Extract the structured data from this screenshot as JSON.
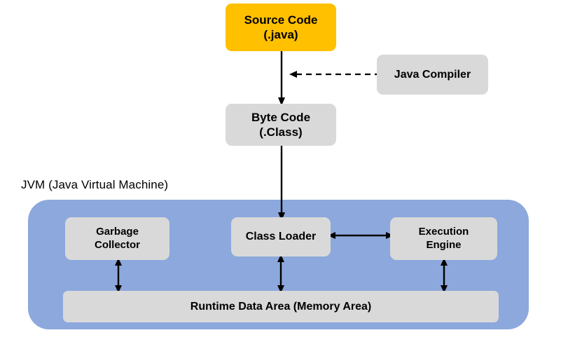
{
  "diagram": {
    "title": "Java Virtual Machine architecture flow",
    "colors": {
      "orange": "#FFC000",
      "gray": "#D9D9D9",
      "jvm_blue": "#8CA8DC",
      "arrow": "#000000",
      "background": "#FFFFFF"
    },
    "nodes": {
      "source_code": "Source Code\n(.java)",
      "java_compiler": "Java Compiler",
      "byte_code": "Byte Code\n(.Class)",
      "jvm_label": "JVM (Java Virtual Machine)",
      "garbage_collector": "Garbage\nCollector",
      "class_loader": "Class Loader",
      "execution_engine": "Execution\nEngine",
      "runtime_data_area": "Runtime Data Area (Memory Area)"
    },
    "connectors": [
      {
        "name": "source-to-byte",
        "from": "Source Code (.java)",
        "to": "Byte Code (.Class)",
        "style": "solid",
        "heads": "single-down"
      },
      {
        "name": "compiler-to-flow",
        "from": "Java Compiler",
        "to": "Source Code to Byte Code flow",
        "style": "dashed",
        "heads": "single-left"
      },
      {
        "name": "byte-to-classloader",
        "from": "Byte Code (.Class)",
        "to": "Class Loader",
        "style": "solid",
        "heads": "single-down"
      },
      {
        "name": "classloader-to-engine",
        "from": "Class Loader",
        "to": "Execution Engine",
        "style": "solid",
        "heads": "double-horizontal"
      },
      {
        "name": "gc-to-runtime",
        "from": "Garbage Collector",
        "to": "Runtime Data Area (Memory Area)",
        "style": "solid",
        "heads": "double-vertical"
      },
      {
        "name": "classloader-to-runtime",
        "from": "Class Loader",
        "to": "Runtime Data Area (Memory Area)",
        "style": "solid",
        "heads": "double-vertical"
      },
      {
        "name": "engine-to-runtime",
        "from": "Execution Engine",
        "to": "Runtime Data Area (Memory Area)",
        "style": "solid",
        "heads": "double-vertical"
      }
    ]
  }
}
